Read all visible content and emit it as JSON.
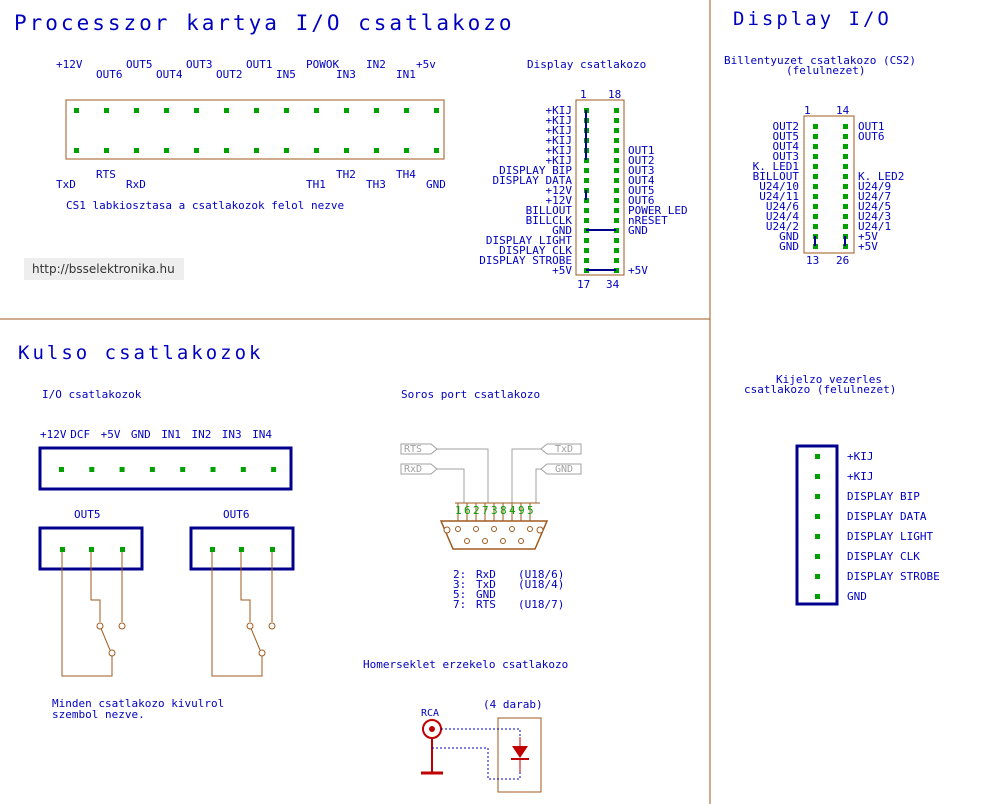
{
  "colors": {
    "text": "#0000c0",
    "frame": "#a05a1e",
    "pin": "#00a000",
    "bold": "#00008c",
    "grey": "#a0a0a0",
    "red": "#c00000",
    "bg": "#ffffff"
  },
  "titles": {
    "processor": "Processzor kartya I/O csatlakozo",
    "display": "Display I/O",
    "external": "Kulso csatlakozok"
  },
  "cs1": {
    "top_row1": [
      "+12V",
      "OUT5",
      "OUT3",
      "OUT1",
      "POWOK",
      "IN2",
      "+5v"
    ],
    "top_row2": [
      "OUT6",
      "OUT4",
      "OUT2",
      "IN5",
      "IN3",
      "IN1"
    ],
    "bottom_row1": [
      "RTS",
      "TH2",
      "TH4"
    ],
    "bottom_row2": [
      "TxD",
      "RxD",
      "TH1",
      "TH3",
      "GND"
    ],
    "caption": "CS1 labkiosztasa a csatlakozok felol nezve"
  },
  "watermark": "http://bsselektronika.hu",
  "display_conn": {
    "title": "Display csatlakozo",
    "pin_top_left": "1",
    "pin_top_right": "18",
    "pin_bottom_left": "17",
    "pin_bottom_right": "34",
    "left_labels": [
      "+KIJ",
      "+KIJ",
      "+KIJ",
      "+KIJ",
      "+KIJ",
      "+KIJ",
      "DISPLAY BIP",
      "DISPLAY DATA",
      "+12V",
      "+12V",
      "BILLOUT",
      "BILLCLK",
      "GND",
      "DISPLAY LIGHT",
      "DISPLAY CLK",
      "DISPLAY STROBE",
      "+5V"
    ],
    "right_labels": [
      "OUT1",
      "OUT2",
      "OUT3",
      "OUT4",
      "OUT5",
      "OUT6",
      "POWER LED",
      "nRESET",
      "GND",
      "+5V"
    ]
  },
  "keyboard_conn": {
    "title": "Billentyuzet csatlakozo (CS2)",
    "subtitle": "(felulnezet)",
    "pin_top_left": "1",
    "pin_top_right": "14",
    "pin_bottom_left": "13",
    "pin_bottom_right": "26",
    "left_labels": [
      "OUT2",
      "OUT5",
      "OUT4",
      "OUT3",
      "K. LED1",
      "BILLOUT",
      "U24/10",
      "U24/11",
      "U24/6",
      "U24/4",
      "U24/2",
      "GND",
      "GND"
    ],
    "right_labels": [
      "OUT1",
      "OUT6",
      "K. LED2",
      "U24/9",
      "U24/7",
      "U24/5",
      "U24/3",
      "U24/1",
      "+5V",
      "+5V"
    ]
  },
  "io_conn": {
    "title": "I/O csatlakozok",
    "pins": [
      "+12V",
      "DCF",
      "+5V",
      "GND",
      "IN1",
      "IN2",
      "IN3",
      "IN4"
    ],
    "out5": "OUT5",
    "out6": "OUT6",
    "note_line1": "Minden csatlakozo kivulrol",
    "note_line2": "szembol nezve."
  },
  "serial": {
    "title": "Soros port csatlakozo",
    "signals": [
      "RTS",
      "RxD",
      "TxD",
      "GND"
    ],
    "pin_numbers": [
      "1",
      "6",
      "2",
      "7",
      "3",
      "8",
      "4",
      "9",
      "5"
    ],
    "pinout": [
      [
        "2:",
        "RxD",
        "(U18/6)"
      ],
      [
        "3:",
        "TxD",
        "(U18/4)"
      ],
      [
        "5:",
        "GND",
        ""
      ],
      [
        "7:",
        "RTS",
        "(U18/7)"
      ]
    ]
  },
  "temp": {
    "title": "Homerseklet erzekelo csatlakozo",
    "rca": "RCA",
    "count": "(4 darab)"
  },
  "display_ctrl": {
    "title_line1": "Kijelzo vezerles",
    "title_line2": "csatlakozo (felulnezet)",
    "labels": [
      "+KIJ",
      "+KIJ",
      "DISPLAY BIP",
      "DISPLAY DATA",
      "DISPLAY LIGHT",
      "DISPLAY CLK",
      "DISPLAY STROBE",
      "GND"
    ]
  }
}
